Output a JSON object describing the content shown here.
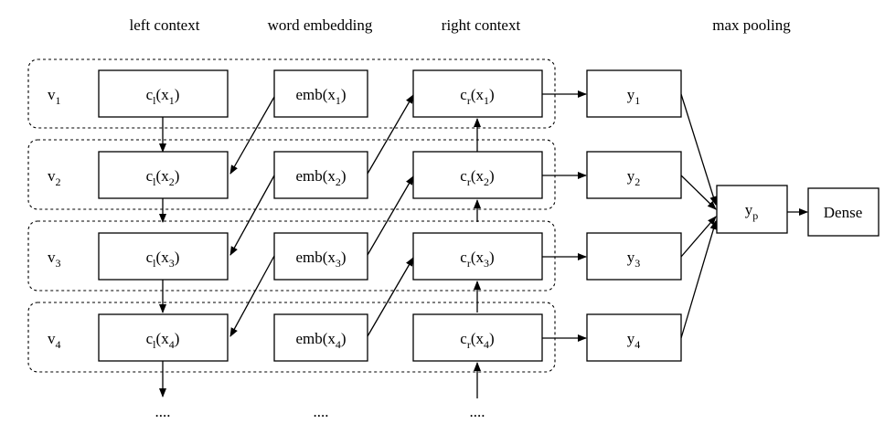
{
  "headers": {
    "left_context": "left  context",
    "word_embedding": "word embedding",
    "right_context": "right context",
    "max_pooling": "max pooling"
  },
  "rows": [
    {
      "v": "v",
      "i": "1",
      "left": "c",
      "left_sub": "l",
      "x": "x",
      "emb": "emb",
      "right": "c",
      "right_sub": "r",
      "y": "y"
    },
    {
      "v": "v",
      "i": "2",
      "left": "c",
      "left_sub": "l",
      "x": "x",
      "emb": "emb",
      "right": "c",
      "right_sub": "r",
      "y": "y"
    },
    {
      "v": "v",
      "i": "3",
      "left": "c",
      "left_sub": "l",
      "x": "x",
      "emb": "emb",
      "right": "c",
      "right_sub": "r",
      "y": "y"
    },
    {
      "v": "v",
      "i": "4",
      "left": "c",
      "left_sub": "l",
      "x": "x",
      "emb": "emb",
      "right": "c",
      "right_sub": "r",
      "y": "y"
    }
  ],
  "pool": {
    "label": "y",
    "sub": "p"
  },
  "dense": {
    "label": "Dense"
  },
  "ellipses": {
    "left": "....",
    "middle": "....",
    "right": "...."
  }
}
